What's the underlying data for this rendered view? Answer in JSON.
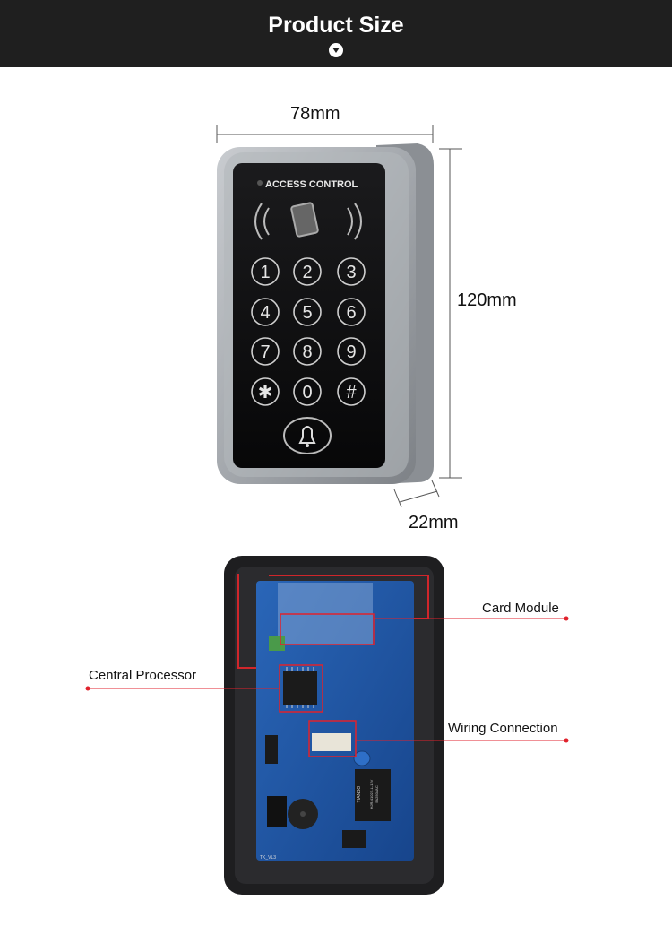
{
  "header": {
    "title": "Product Size"
  },
  "dimensions": {
    "width": "78mm",
    "height": "120mm",
    "depth": "22mm"
  },
  "device": {
    "panel_label": "ACCESS CONTROL",
    "keys": [
      "1",
      "2",
      "3",
      "4",
      "5",
      "6",
      "7",
      "8",
      "9",
      "✱",
      "0",
      "#"
    ],
    "bell_icon": "bell-icon"
  },
  "board": {
    "callouts": {
      "card_module": "Card Module",
      "central_processor": "Central Processor",
      "wiring_connection": "Wiring Connection"
    },
    "relay_text_1": "TIANBO",
    "relay_text_2": "HJR-4102E-L-12V",
    "relay_text_3": "5A250VAC",
    "footer_text": "TK_VL3"
  },
  "colors": {
    "banner": "#1f1f1f",
    "callout_red": "#e0222c",
    "pcb_blue": "#1f57a8",
    "housing_gray": "#9ea3a8"
  }
}
